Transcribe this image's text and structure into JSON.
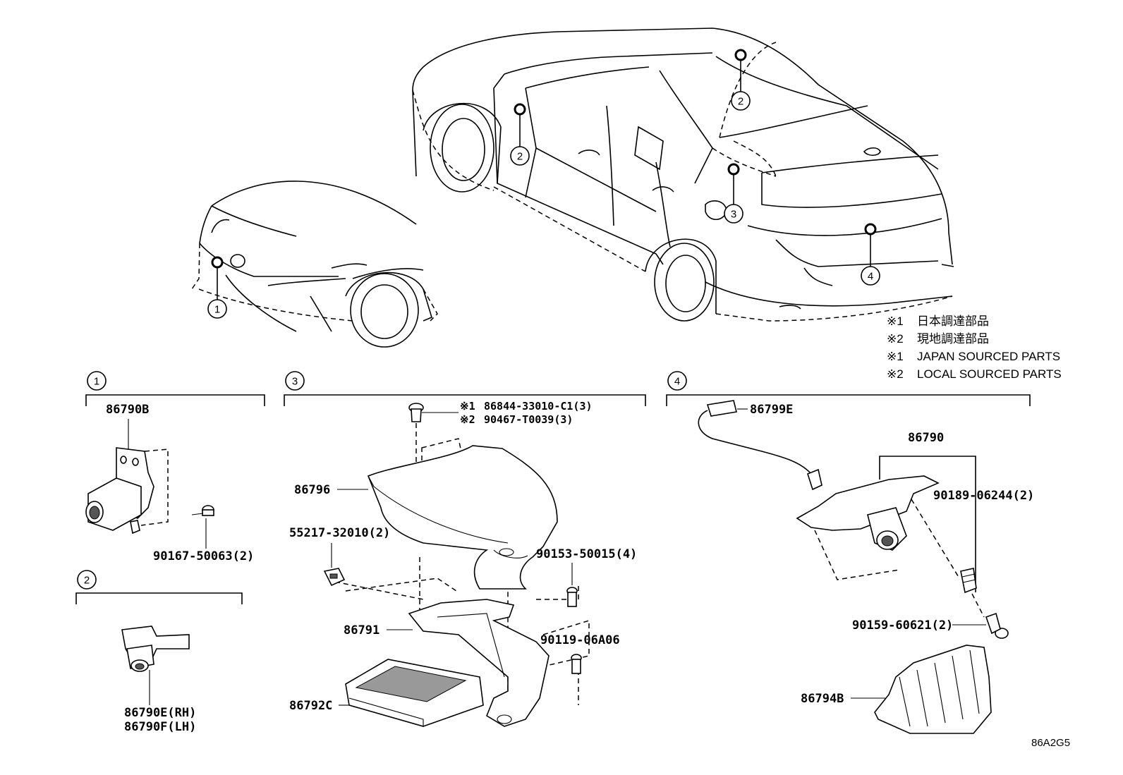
{
  "legend": [
    {
      "mark": "※1",
      "text": "日本調達部品"
    },
    {
      "mark": "※2",
      "text": "現地調達部品"
    },
    {
      "mark": "※1",
      "text": "JAPAN SOURCED PARTS"
    },
    {
      "mark": "※2",
      "text": "LOCAL SOURCED PARTS"
    }
  ],
  "callouts": [
    "1",
    "2",
    "2",
    "3",
    "4",
    "1",
    "2",
    "3",
    "4"
  ],
  "group1": {
    "no": "1",
    "parts": [
      "86790B",
      "90167-50063(2)"
    ]
  },
  "group2": {
    "no": "2",
    "parts": [
      "86790E(RH)",
      "86790F(LH)"
    ]
  },
  "group3": {
    "no": "3",
    "clip_japan": {
      "mark": "※1",
      "part": "86844-33010-C1(3)"
    },
    "clip_local": {
      "mark": "※2",
      "part": "90467-T0039(3)"
    },
    "parts": [
      "86796",
      "55217-32010(2)",
      "90153-50015(4)",
      "86791",
      "90119-06A06",
      "86792C"
    ]
  },
  "group4": {
    "no": "4",
    "parts": [
      "86799E",
      "86790",
      "90189-06244(2)",
      "90159-60621(2)",
      "86794B"
    ]
  },
  "diagram_code": "86A2G5"
}
